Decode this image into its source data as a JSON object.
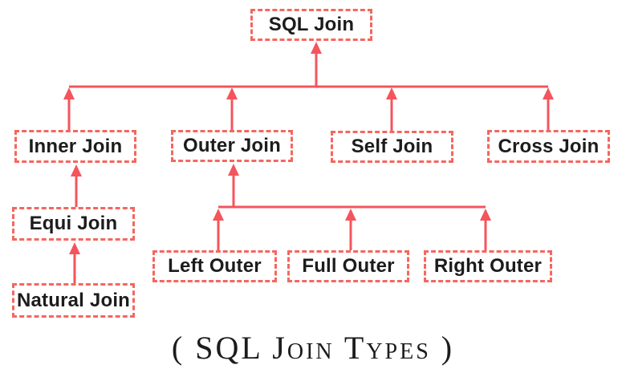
{
  "diagram": {
    "caption": "( SQL Join Types )",
    "nodes": {
      "sql_join": {
        "label": "SQL Join"
      },
      "inner_join": {
        "label": "Inner Join"
      },
      "outer_join": {
        "label": "Outer Join"
      },
      "self_join": {
        "label": "Self Join"
      },
      "cross_join": {
        "label": "Cross Join"
      },
      "equi_join": {
        "label": "Equi Join"
      },
      "natural_join": {
        "label": "Natural Join"
      },
      "left_outer": {
        "label": "Left Outer"
      },
      "full_outer": {
        "label": "Full Outer"
      },
      "right_outer": {
        "label": "Right Outer"
      }
    },
    "hierarchy": {
      "SQL Join": [
        "Inner Join",
        "Outer Join",
        "Self Join",
        "Cross Join"
      ],
      "Inner Join": [
        "Equi Join"
      ],
      "Equi Join": [
        "Natural Join"
      ],
      "Outer Join": [
        "Left Outer",
        "Full Outer",
        "Right Outer"
      ]
    },
    "arrow_direction": "child-to-parent (upward)",
    "colors": {
      "box_border": "#f4675f",
      "arrow": "#f4555c",
      "text": "#1c1c1c",
      "background": "#ffffff"
    }
  }
}
